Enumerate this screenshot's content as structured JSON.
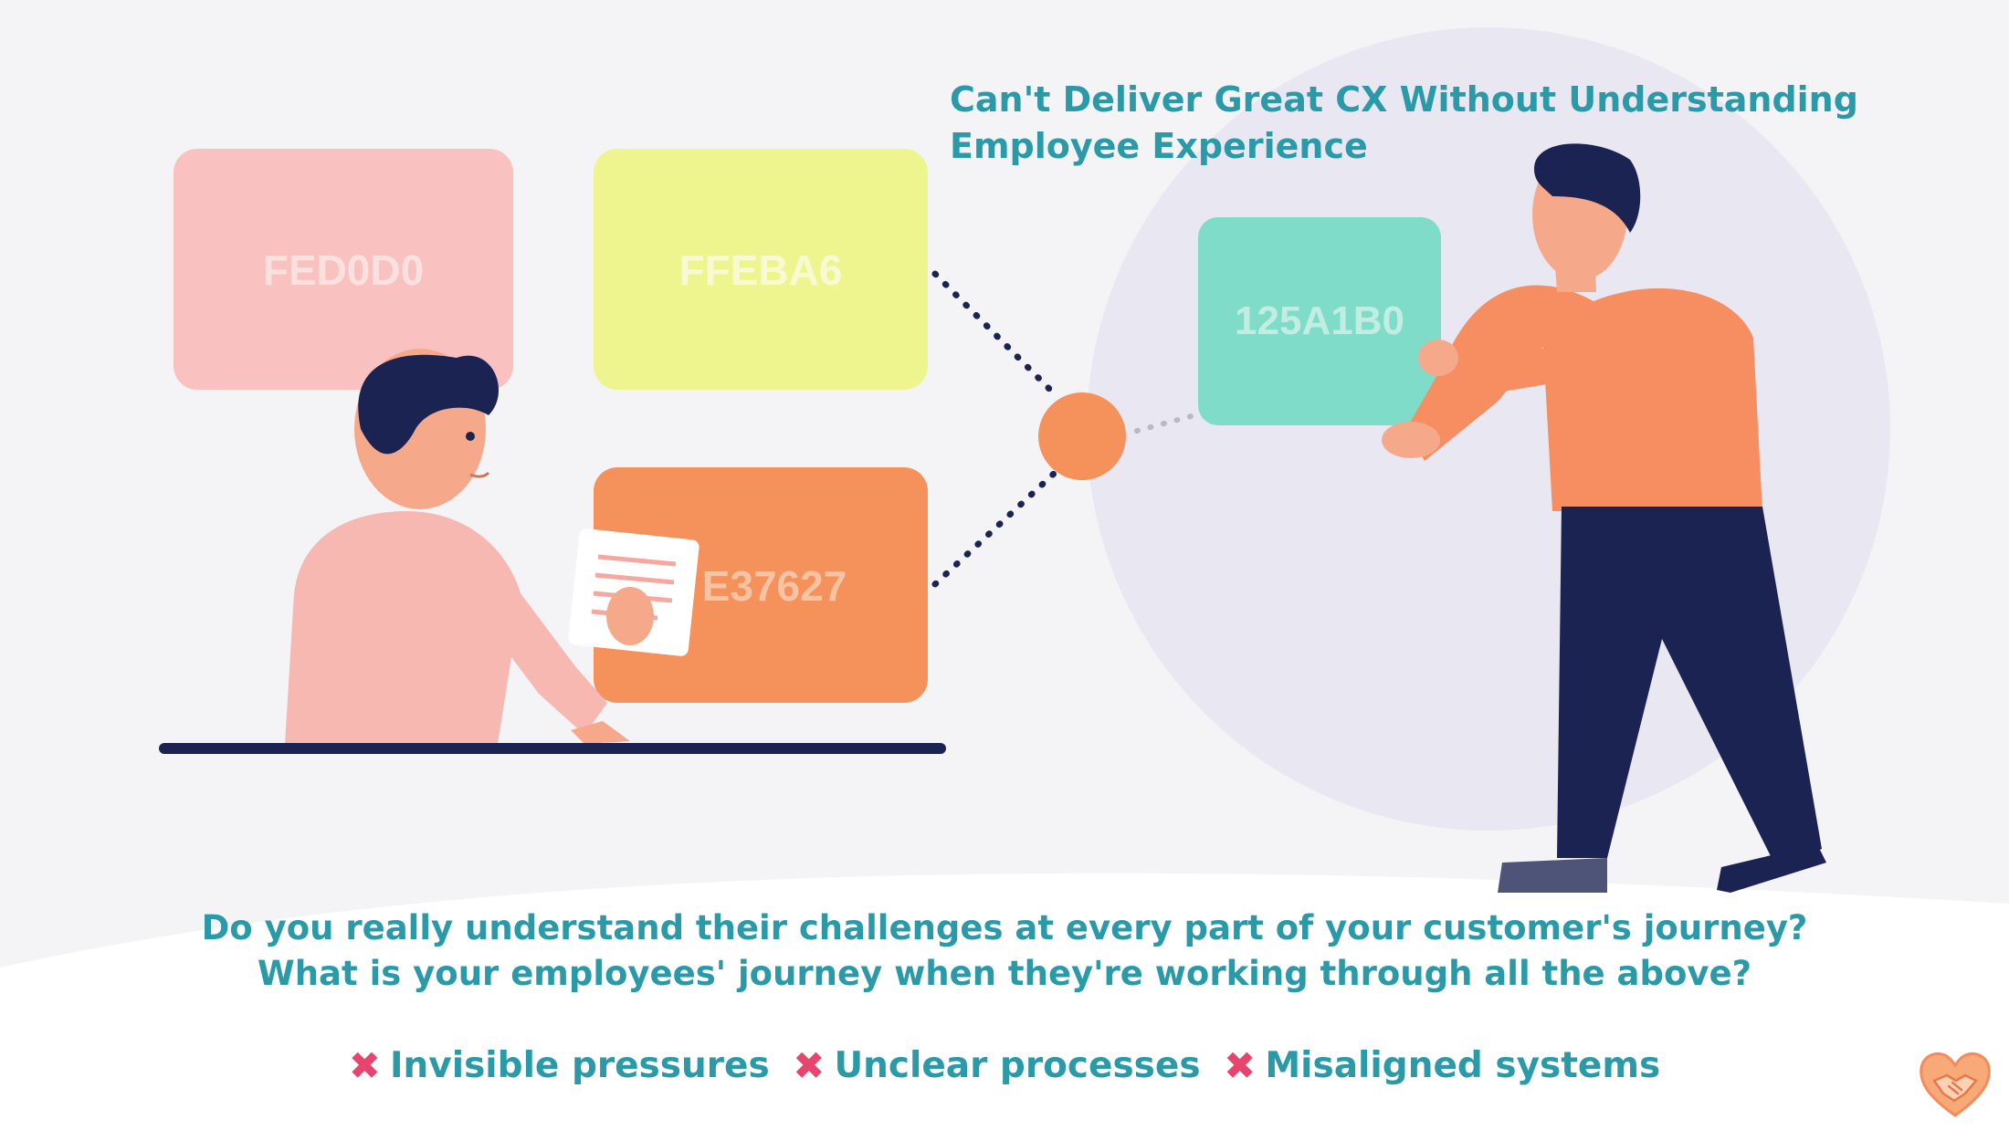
{
  "headline": {
    "line1": "Can't Deliver Great CX Without Understanding",
    "line2": "Employee Experience"
  },
  "cards": [
    {
      "label": "FED0D0",
      "color": "#f9c2c0"
    },
    {
      "label": "FFEBA6",
      "color": "#eef58f"
    },
    {
      "label": "E37627",
      "color": "#f5915a"
    },
    {
      "label": "125A1B0",
      "color": "#7fdcc8"
    }
  ],
  "questions": {
    "line1": "Do you really understand their challenges at every part of your customer's journey?",
    "line2": "What is your employees' journey when they're working through all the above?"
  },
  "pain_points": [
    {
      "icon": "cross-mark-icon",
      "label": "Invisible pressures"
    },
    {
      "icon": "cross-mark-icon",
      "label": "Unclear processes"
    },
    {
      "icon": "cross-mark-icon",
      "label": "Misaligned systems"
    }
  ],
  "colors": {
    "accent_text": "#2a9aa8",
    "cross": "#e8456e",
    "desk_line": "#1b2352",
    "node": "#f5915a",
    "backdrop_circle": "#e8e6f1"
  }
}
